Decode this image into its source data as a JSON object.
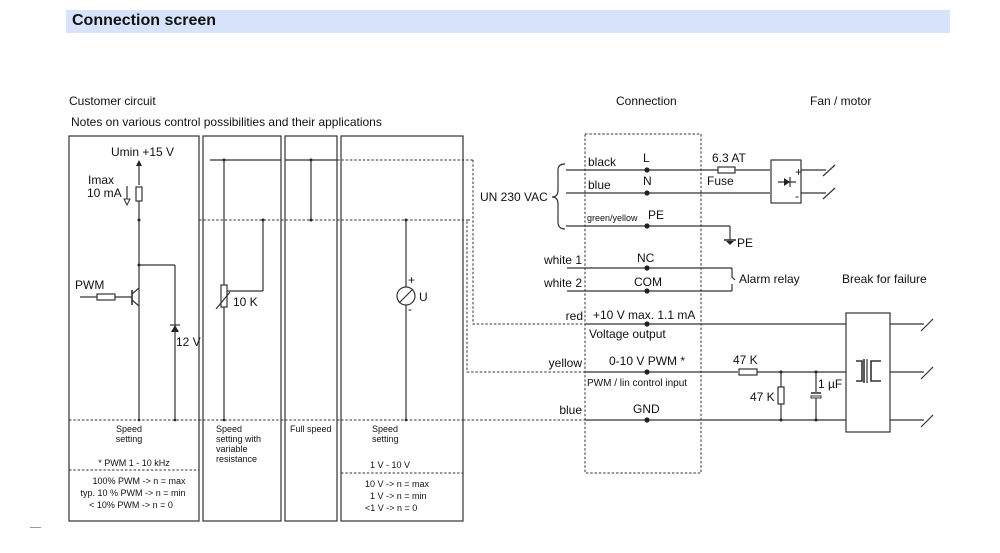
{
  "header": {
    "title": "Connection screen"
  },
  "sections": {
    "customer_circuit": "Customer circuit",
    "notes": "Notes on various control possibilities and their applications",
    "connection": "Connection",
    "fan_motor": "Fan / motor"
  },
  "customer_panels": {
    "pwm": {
      "supply": "Umin +15 V",
      "imax_line1": "Imax",
      "imax_line2": "10 mA",
      "input": "PWM",
      "zener": "12 V",
      "title_line1": "Speed",
      "title_line2": "setting",
      "freq": "* PWM 1 - 10 kHz",
      "rules": [
        "100% PWM -> n = max",
        "typ. 10 % PWM -> n = min",
        "< 10% PWM -> n = 0"
      ]
    },
    "potentiometer": {
      "resistor": "10 K",
      "title_lines": [
        "Speed",
        "setting with",
        "variable",
        "resistance"
      ]
    },
    "full_speed": {
      "title": "Full speed"
    },
    "voltage": {
      "plus": "+",
      "minus": "-",
      "source": "U",
      "title_line1": "Speed",
      "title_line2": "setting",
      "range": "1 V - 10 V",
      "rules": [
        "10 V -> n = max",
        "1 V -> n = min",
        "<1 V -> n = 0"
      ]
    }
  },
  "connection": {
    "mains_label": "UN 230 VAC",
    "terminals": [
      {
        "wire": "black",
        "pin": "L"
      },
      {
        "wire": "blue",
        "pin": "N"
      },
      {
        "wire": "green/yellow",
        "pin": "PE"
      },
      {
        "wire": "white 1",
        "pin": "NC"
      },
      {
        "wire": "white 2",
        "pin": "COM"
      },
      {
        "wire": "red",
        "pin": "+10 V max. 1.1 mA",
        "sub": "Voltage output"
      },
      {
        "wire": "yellow",
        "pin": "0-10 V  PWM *",
        "sub": "PWM / lin control input"
      },
      {
        "wire": "blue",
        "pin": "GND"
      }
    ],
    "pe_ground": "PE",
    "alarm_relay": "Alarm relay"
  },
  "fan": {
    "fuse_rating": "6.3 AT",
    "fuse_label": "Fuse",
    "rect_plus": "+",
    "rect_minus": "-",
    "break_for_failure": "Break for failure",
    "r_series": "47 K",
    "r_shunt": "47 K",
    "capacitor": "1 µF"
  }
}
